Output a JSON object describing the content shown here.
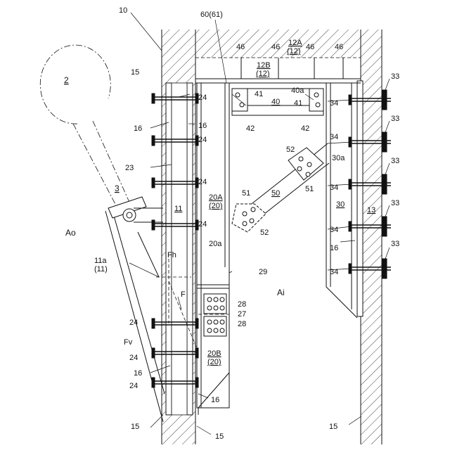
{
  "labels": {
    "l10": "10",
    "l60": "60(61)",
    "l12A": "12A",
    "l12A_p": "(12)",
    "l12B": "12B",
    "l12B_p": "(12)",
    "l46": "46",
    "l2": "2",
    "l15": "15",
    "l16": "16",
    "l24": "24",
    "l41": "41",
    "l40a": "40a",
    "l40": "40",
    "l42": "42",
    "l34": "34",
    "l33": "33",
    "l23": "23",
    "l52": "52",
    "l30a": "30a",
    "l3": "3",
    "l20A": "20A",
    "l20A_p": "(20)",
    "l51": "51",
    "l50": "50",
    "l30": "30",
    "l13": "13",
    "l11": "11",
    "lAo": "Ao",
    "l20a": "20a",
    "l11a": "11a",
    "l11p": "(11)",
    "lFh": "Fh",
    "l29": "29",
    "lF": "F",
    "lAi": "Ai",
    "l28": "28",
    "l27": "27",
    "lFv": "Fv",
    "l20B": "20B",
    "l20B_p": "(20)"
  },
  "colors": {
    "line": "#111111",
    "background": "#ffffff"
  }
}
